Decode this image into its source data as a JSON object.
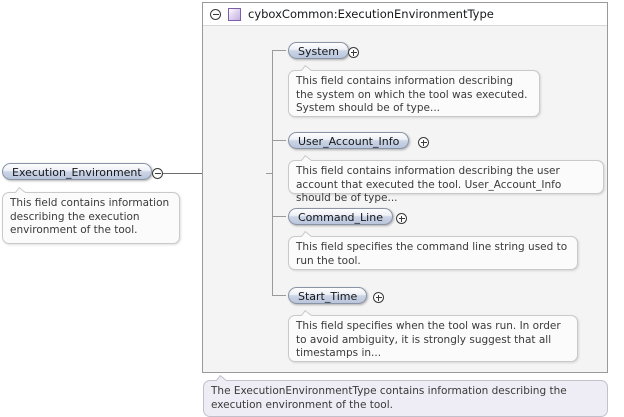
{
  "root_element": {
    "label": "Execution_Environment",
    "toggle_icon": "minus-circle-icon",
    "annotation": "This field contains information describing the execution environment of the tool."
  },
  "compositor": {
    "icon": "sequence-icon",
    "toggle_icon": "minus-circle-icon"
  },
  "type_box": {
    "toggle_icon": "minus-circle-icon",
    "swatch_icon": "complex-type-icon",
    "title": "cyboxCommon:ExecutionEnvironmentType",
    "annotation": "The ExecutionEnvironmentType contains information describing the execution environment of the tool."
  },
  "children": [
    {
      "label": "System",
      "toggle_icon": "plus-circle-icon",
      "annotation": "This field contains information describing the system on which the tool was executed. System should be of type..."
    },
    {
      "label": "User_Account_Info",
      "toggle_icon": "plus-circle-icon",
      "annotation": "This field contains information describing the user account that executed the tool. User_Account_Info should be of type..."
    },
    {
      "label": "Command_Line",
      "toggle_icon": "plus-circle-icon",
      "annotation": "This field specifies the command line string used to run the tool."
    },
    {
      "label": "Start_Time",
      "toggle_icon": "plus-circle-icon",
      "annotation": "This field specifies when the tool was run. In order to avoid ambiguity, it is strongly suggest that all timestamps in..."
    }
  ],
  "colors": {
    "node_border": "#8a94a6",
    "node_fill": "#ccd5e6",
    "compositor_fill": "#f7f3c4",
    "type_swatch": "#c3b0e0",
    "container_bg": "#f4f4f4",
    "connector": "#9a9a9a",
    "annotation_bg": "#fbfbfb",
    "type_annotation_bg": "#eeecf4"
  }
}
